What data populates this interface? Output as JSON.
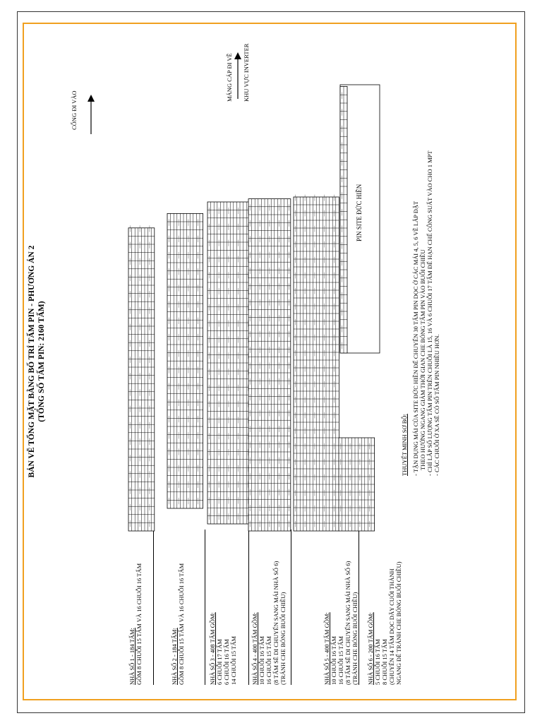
{
  "title": {
    "line1": "BẢN VẼ TỔNG MẶT BẰNG BỐ TRÍ TẤM PIN - PHƯƠNG ÁN 2",
    "line2": "(TỔNG SỐ TẤM PIN: 2160 TẤM)"
  },
  "houses": [
    {
      "name": "NHÀ SỐ 1 - 184 TẤM:",
      "lines": [
        "GỒM 8 CHUỖI 15 TẤM VÀ 16 CHUỖI 16 TẤM"
      ]
    },
    {
      "name": "NHÀ SỐ 2 - 184 TẤM:",
      "lines": [
        "GỒM 8 CHUỖI 15 TẤM VÀ 16 CHUỖI 16 TẤM"
      ]
    },
    {
      "name": "NHÀ SỐ 3 - 408 TẤM GỒM:",
      "lines": [
        "6 CHUỖI 17 TẤM",
        "6 CHUỖI 16 TẤM",
        "14 CHUỖI 15 TẤM"
      ]
    },
    {
      "name": "NHÀ SỐ 4 - 400 TẤM GỒM:",
      "lines": [
        "10 CHUỖI 16 TẤM",
        "16 CHUỖI 15 TẤM",
        "(8 TẤM SẼ DI CHUYỂN SANG MÁI NHÀ SỐ 6)",
        "(TRÁNH CHE BÓNG BUỔI CHIỀU)"
      ]
    },
    {
      "name": "NHÀ SỐ 5 - 400 TẤM GỒM:",
      "lines": [
        "10 CHUỖI 16 TẤM",
        "16 CHUỖI 15 TẤM",
        "(8 TẤM SẼ DI CHUYỂN SANG MÁI NHÀ SỐ 6)",
        "(TRÁNH CHE BÓNG BUỔI CHIỀU)"
      ]
    },
    {
      "name": "NHÀ SỐ 6 - 200 TẤM GỒM:",
      "lines": [
        "5 CHUỖI 16 TẤM",
        "8 CHUỖI 15 TẤM",
        "(CHUYỂN 14 TẤM DỌC DÃY CUỐI THÀNH",
        "NGANG ĐỂ TRÁNH CHE BÓNG BUỔI CHIỀU)"
      ]
    }
  ],
  "notes": {
    "heading": "THUYẾT MINH SƠ BỘ:",
    "items": [
      "- TẬN DỤNG MÁI CỦA SITE ĐỨC HIỀN ĐỂ CHUYỂN 30 TẤM PIN DỌC Ở CÁC MÁI 4, 5, 6 VỀ LẮP ĐẶT",
      "  THEO HƯỚNG NGANG GIẢM THỜI GIAN CHE BÓNG TẤM PIN VÀO BUỔI CHIỀU",
      "- CHỈ LẮP SỐ LƯỢNG TẤM PIN TRÊN CHUỖI LÀ 15, 16 VÀ 6 CHUỖI 17 TẤM ĐỂ HẠN CHẾ CÔNG SUẤT VÀO CHO 1 MPT",
      "- CÁC CHUỖI Ở XA SẼ CÓ SỐ TẤM PIN NHIỀU HƠN."
    ]
  },
  "site_label": "PIN SITE ĐỨC HIỀN",
  "gate_label": "CỔNG ĐI VÀO",
  "cable": {
    "line1": "MÁNG CÁP ĐI VỀ",
    "line2": "KHU VỰC INVERTER"
  },
  "colors": {
    "frame": "#f0a020",
    "ink": "#000000",
    "panel_fill": "#ffffff"
  }
}
